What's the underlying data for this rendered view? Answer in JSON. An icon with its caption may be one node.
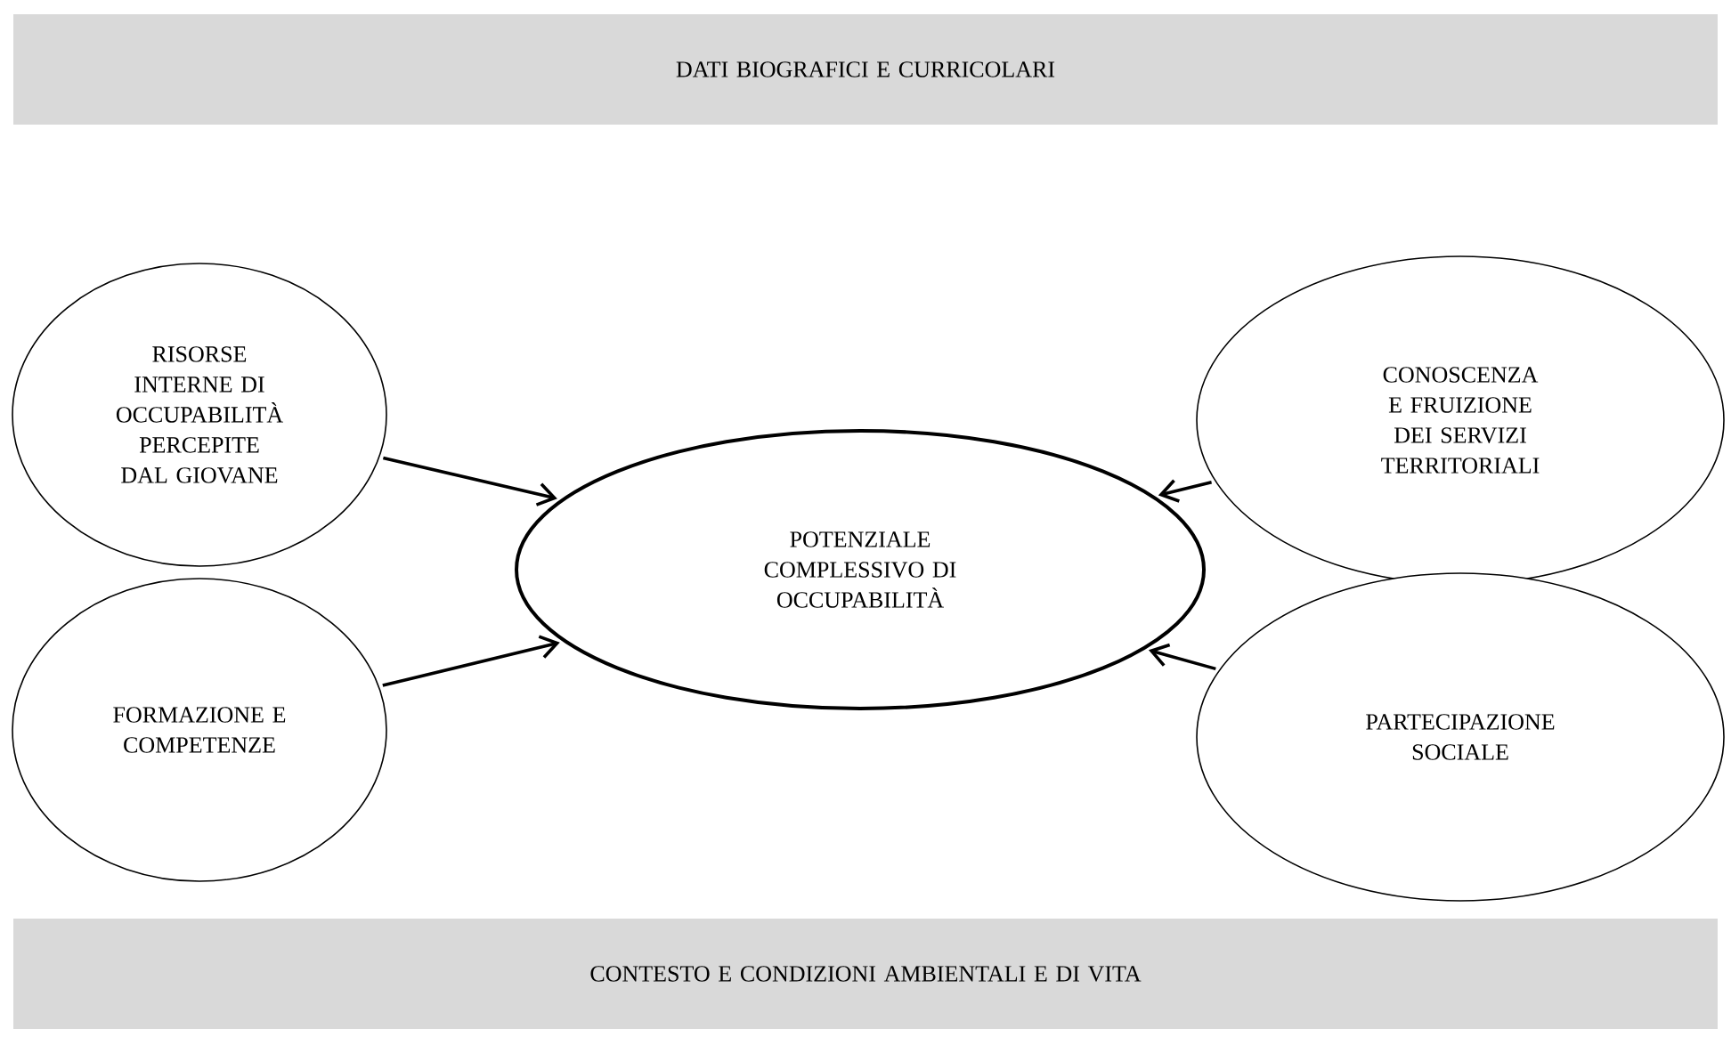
{
  "diagram": {
    "nodes": [
      {
        "text": [
          "DATI BIOGRAFICI E CURRICOLARI"
        ]
      },
      {
        "text": [
          "RISORSE INTERNE DI OCCUPABILITÀ PERCEPITE DAL GIOVANE"
        ]
      },
      {
        "text": [
          "CONOSCENZA E FRUIZIONE DEI SERVIZI TERRITORIALI"
        ]
      },
      {
        "text": [
          "POTENZIALE COMPLESSIVO DI OCCUPABILITÀ"
        ]
      },
      {
        "text": [
          "FORMAZIONE E COMPETENZE"
        ]
      },
      {
        "text": [
          "PARTECIPAZIONE SOCIALE"
        ]
      },
      {
        "text": [
          "CONTESTO E CONDIZIONI AMBIENTALI E DI VITA"
        ]
      }
    ],
    "edges": [
      {
        "from": 1,
        "to": 3,
        "arrow": "to"
      },
      {
        "from": 2,
        "to": 3,
        "arrow": "to"
      },
      {
        "from": 4,
        "to": 3,
        "arrow": "to"
      },
      {
        "from": 5,
        "to": 3,
        "arrow": "to"
      }
    ]
  }
}
